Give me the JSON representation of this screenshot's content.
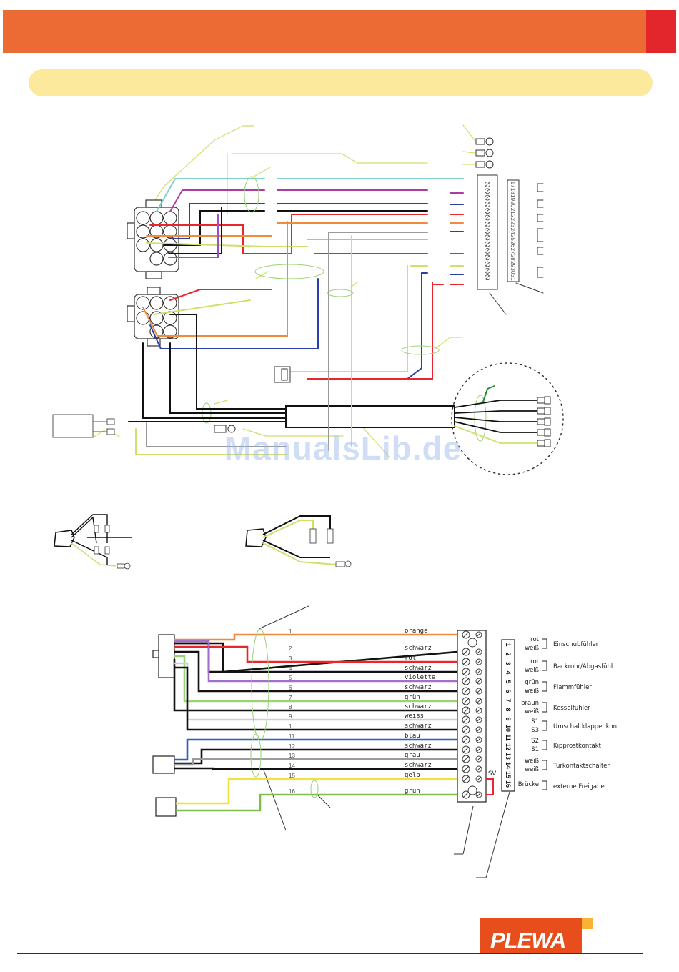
{
  "header": {
    "accent_color": "#ec6a34",
    "corner_color": "#e3262b"
  },
  "title_pill": {
    "color": "#fde99b"
  },
  "watermark": "ManualsLib.de",
  "wiring_table": {
    "wires": [
      {
        "num": "1",
        "color_name": "orange",
        "hex": "#f08a3c"
      },
      {
        "num": "2",
        "color_name": "schwarz",
        "hex": "#111111"
      },
      {
        "num": "3",
        "color_name": "rot",
        "hex": "#e8262b"
      },
      {
        "num": "4",
        "color_name": "schwarz",
        "hex": "#111111"
      },
      {
        "num": "5",
        "color_name": "violette",
        "hex": "#a56fc8"
      },
      {
        "num": "6",
        "color_name": "schwarz",
        "hex": "#111111"
      },
      {
        "num": "7",
        "color_name": "grün",
        "hex": "#9ad27a"
      },
      {
        "num": "8",
        "color_name": "schwarz",
        "hex": "#111111"
      },
      {
        "num": "9",
        "color_name": "weiss",
        "hex": "#cfcfcf"
      },
      {
        "num": "1",
        "color_name": "schwarz",
        "hex": "#111111"
      },
      {
        "num": "11",
        "color_name": "blau",
        "hex": "#2b5fb8"
      },
      {
        "num": "12",
        "color_name": "schwarz",
        "hex": "#111111"
      },
      {
        "num": "13",
        "color_name": "grau",
        "hex": "#9b9b9b"
      },
      {
        "num": "14",
        "color_name": "schwarz",
        "hex": "#111111"
      },
      {
        "num": "15",
        "color_name": "gelb",
        "hex": "#f4e03a"
      },
      {
        "num": "16",
        "color_name": "grün",
        "hex": "#7cc04b"
      }
    ],
    "terminal_numbers": [
      "1",
      "2",
      "3",
      "4",
      "5",
      "6",
      "7",
      "8",
      "9",
      "10",
      "11",
      "12",
      "13",
      "14",
      "15",
      "16"
    ],
    "sv_label": "SV",
    "groups": [
      {
        "colors": [
          "rot",
          "weiß"
        ],
        "function": "Einschubfühler"
      },
      {
        "colors": [
          "rot",
          "weiß"
        ],
        "function": "Backrohr/Abgasfühl"
      },
      {
        "colors": [
          "grün",
          "weiß"
        ],
        "function": "Flammfühler"
      },
      {
        "colors": [
          "braun",
          "weiß"
        ],
        "function": "Kesselfühler"
      },
      {
        "colors": [
          "S1",
          "S3"
        ],
        "function": "Umschaltklappenkon"
      },
      {
        "colors": [
          "S2",
          "S1"
        ],
        "function": "Kipprostkontakt"
      },
      {
        "colors": [
          "weiß",
          "weiß"
        ],
        "function": "Türkontaktschalter"
      },
      {
        "colors": [
          "Brücke"
        ],
        "function": "externe Freigabe"
      }
    ]
  },
  "top_terminal_numbers": [
    "17",
    "18",
    "19",
    "20",
    "21",
    "22",
    "23",
    "24",
    "25",
    "26",
    "27",
    "28",
    "29",
    "30",
    "31"
  ],
  "logo": {
    "text": "PLEWA",
    "red": "#e84e1b",
    "yellow": "#f9b233"
  }
}
